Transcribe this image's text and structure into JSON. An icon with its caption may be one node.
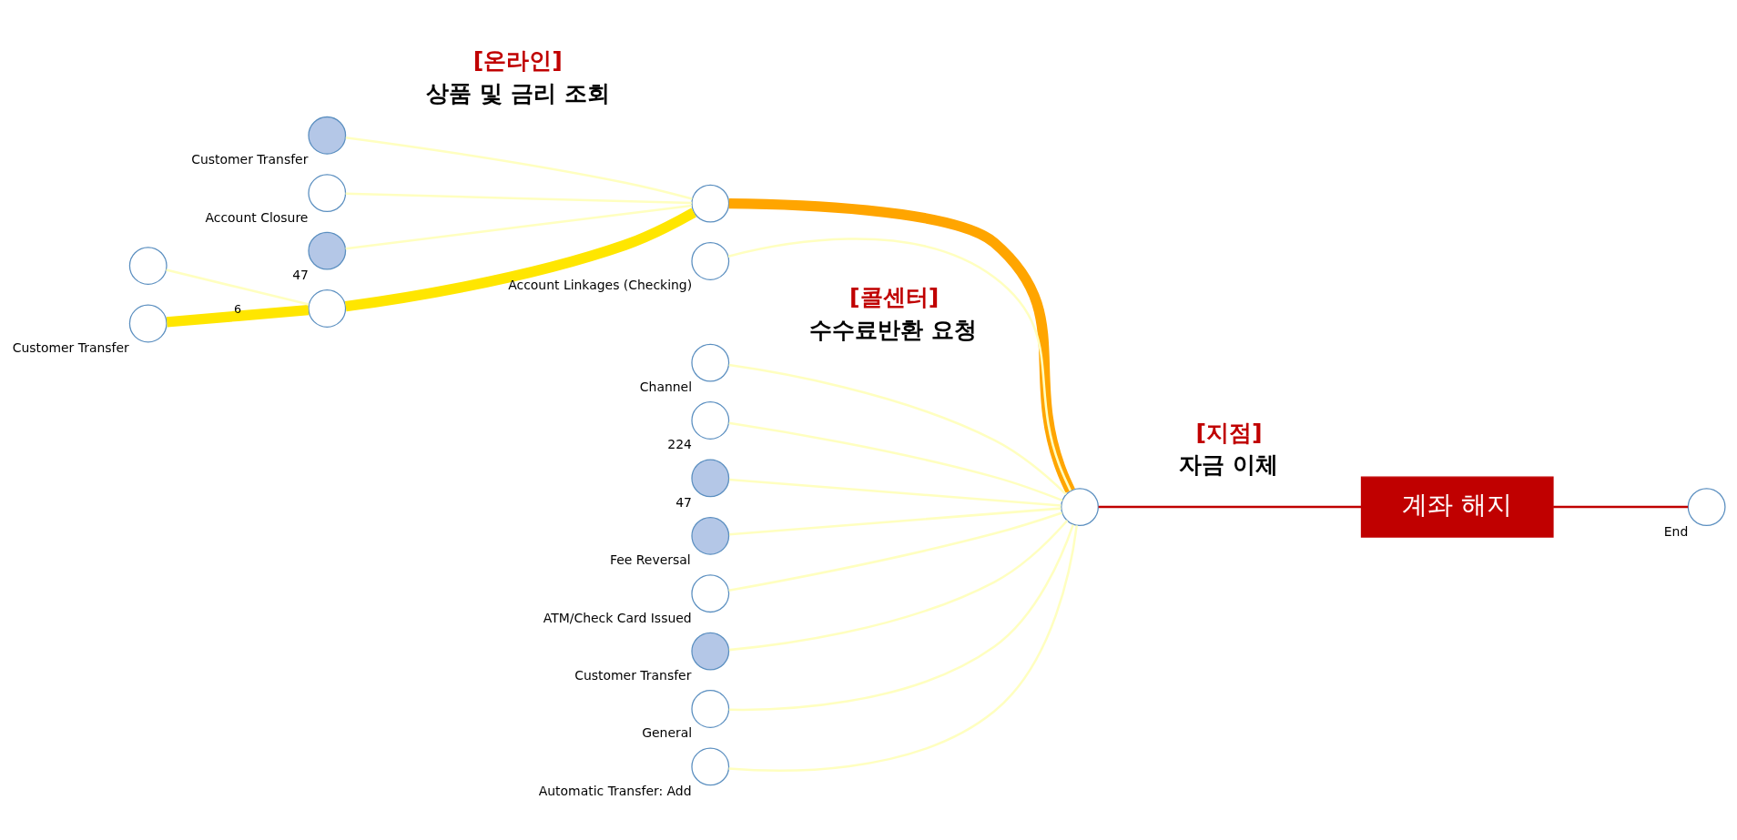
{
  "diagram": {
    "nodes": [
      {
        "text": [],
        "shape": "circle",
        "beside": [
          "Customer Transfer"
        ]
      },
      {
        "text": [],
        "shape": "circle"
      },
      {
        "text": [],
        "shape": "circle",
        "beside": [
          "Account Closure"
        ]
      },
      {
        "text": [],
        "shape": "circle"
      },
      {
        "text": [],
        "shape": "circle",
        "beside": [
          "47"
        ]
      },
      {
        "text": [],
        "shape": "circle",
        "beside": [
          "Customer Transfer"
        ]
      },
      {
        "text": [],
        "shape": "circle",
        "beside": [
          "224"
        ]
      },
      {
        "text": [],
        "shape": "circle",
        "beside": [
          "47"
        ]
      },
      {
        "text": [],
        "shape": "circle",
        "beside": [
          "Fee Reversal"
        ]
      },
      {
        "text": [],
        "shape": "circle",
        "beside": [
          "ATM/Check Card Issued"
        ]
      },
      {
        "text": [],
        "shape": "circle",
        "beside": [
          "Customer Transfer"
        ]
      },
      {
        "text": [],
        "shape": "circle",
        "beside": [
          "General"
        ]
      },
      {
        "text": [],
        "shape": "circle"
      },
      {
        "text": [],
        "shape": "circle",
        "beside": [
          "Automatic Transfer: Add"
        ]
      },
      {
        "text": [],
        "shape": "circle",
        "beside": [
          "Account Linkages (Checking)"
        ]
      },
      {
        "text": [],
        "shape": "circle",
        "beside": [
          "Channel"
        ]
      },
      {
        "text": [],
        "shape": "circle"
      },
      {
        "text": [
          "계좌 해지"
        ]
      },
      {
        "text": [],
        "shape": "circle",
        "beside": [
          "End"
        ]
      }
    ],
    "edges": [
      {
        "from": 0,
        "to": 3,
        "arrow": "none",
        "label": "6",
        "style": "thick",
        "color": "#ffe600"
      },
      {
        "from": 1,
        "to": 3,
        "arrow": "none"
      },
      {
        "from": 2,
        "to": 12,
        "arrow": "none"
      },
      {
        "from": 3,
        "to": 12,
        "arrow": "none",
        "style": "thick",
        "color": "#ffe600"
      },
      {
        "from": 4,
        "to": 12,
        "arrow": "none"
      },
      {
        "from": 5,
        "to": 12,
        "arrow": "none"
      },
      {
        "from": 6,
        "to": 16,
        "arrow": "none"
      },
      {
        "from": 7,
        "to": 16,
        "arrow": "none"
      },
      {
        "from": 8,
        "to": 16,
        "arrow": "none"
      },
      {
        "from": 9,
        "to": 16,
        "arrow": "none"
      },
      {
        "from": 10,
        "to": 16,
        "arrow": "none"
      },
      {
        "from": 11,
        "to": 16,
        "arrow": "none"
      },
      {
        "from": 12,
        "to": 16,
        "arrow": "none",
        "style": "thick",
        "color": "#ffa500"
      },
      {
        "from": 13,
        "to": 16,
        "arrow": "none"
      },
      {
        "from": 14,
        "to": 16,
        "arrow": "none"
      },
      {
        "from": 15,
        "to": 16,
        "arrow": "none"
      },
      {
        "from": 16,
        "to": 17,
        "arrow": "none",
        "color": "#c00000"
      },
      {
        "from": 17,
        "to": 18,
        "arrow": "none",
        "color": "#c00000"
      }
    ],
    "labels": [
      "[온라인]",
      "상품 및 금리 조회",
      "[콜센터]",
      "수수료반환 요청",
      "[지점]",
      "자금 이체"
    ]
  }
}
